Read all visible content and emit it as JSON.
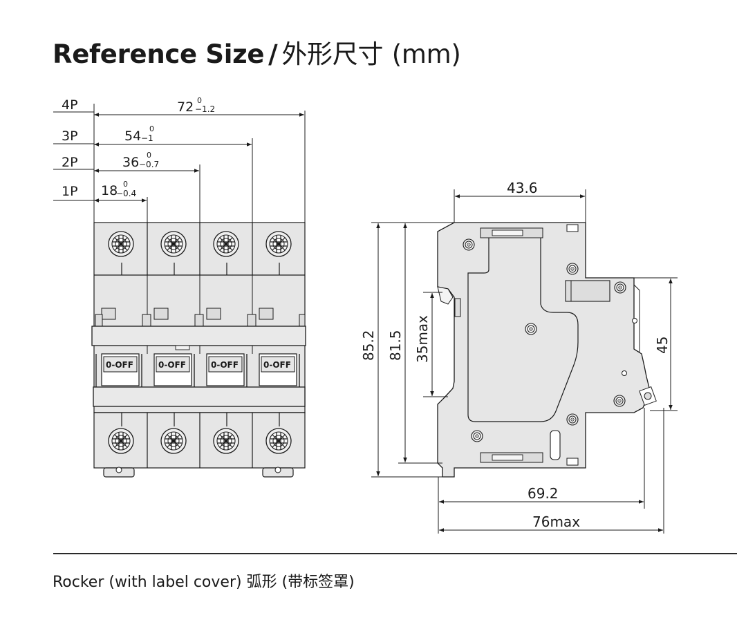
{
  "header": {
    "title_en": "Reference Size",
    "title_sep": "/",
    "title_cn": "外形尺寸",
    "title_unit": "(mm)"
  },
  "front_view": {
    "poles": [
      {
        "label": "4P",
        "dim": "72",
        "tol_top": "0",
        "tol_bot": "−1.2"
      },
      {
        "label": "3P",
        "dim": "54",
        "tol_top": "0",
        "tol_bot": "−1"
      },
      {
        "label": "2P",
        "dim": "36",
        "tol_top": "0",
        "tol_bot": "−0.7"
      },
      {
        "label": "1P",
        "dim": "18",
        "tol_top": "0",
        "tol_bot": "−0.4"
      }
    ],
    "switch_label": "0-OFF"
  },
  "side_view": {
    "width_top": "43.6",
    "height_total": "85.2",
    "height_inner": "81.5",
    "height_handle": "35max",
    "height_right": "45",
    "depth_mid": "69.2",
    "depth_total": "76max"
  },
  "footer": {
    "caption": "Rocker (with label cover)  弧形 (带标签罩)"
  },
  "colors": {
    "body_fill": "#e6e6e6",
    "line": "#1a1a1a",
    "background": "#ffffff"
  }
}
